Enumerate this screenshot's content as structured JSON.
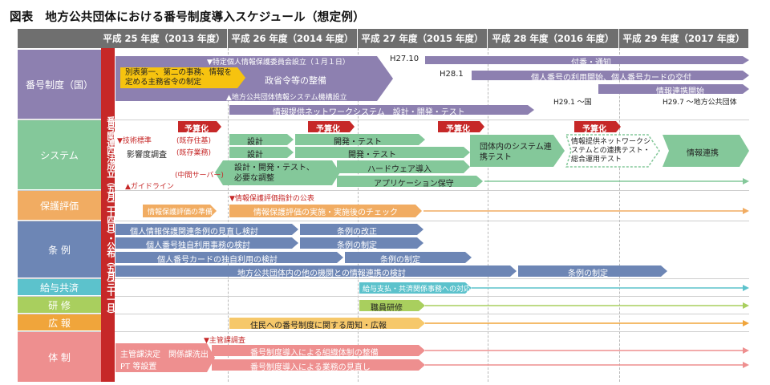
{
  "title": "図表　地方公共団体における番号制度導入スケジュール（想定例）",
  "years": [
    "平成 25 年度（2013 年度）",
    "平成 26 年度（2014 年度）",
    "平成 27 年度（2015 年度）",
    "平成 28 年度（2016 年度）",
    "平成 29 年度（2017 年度）"
  ],
  "categories": [
    "番号制度（国）",
    "システム",
    "保護評価",
    "条 例",
    "給与共済",
    "研 修",
    "広 報",
    "体 制"
  ],
  "law_label": "番号関連四法成立（五月二十四日）・公布（五月三十一日）",
  "budget_label": "予算化",
  "kuni": {
    "tokutei": "▼特定個人情報保護委員会設立（１月１日）",
    "beppyo": "別表第一、第二の事務、情報を定める主務省令の制定",
    "seirei": "政省令等の整備",
    "kiko": "▲地方公共団体情報システム機構設立",
    "system_design": "情報提供ネットワークシステム　設計・開発・テスト",
    "h2710": "H27.10",
    "fuban": "付番・通知",
    "h281": "H28.1",
    "card": "個人番号の利用開始、個人番号カードの交付",
    "renkei_start": "情報連携開始",
    "h291": "H29.1 〜国",
    "h297": "H29.7 〜地方公共団体"
  },
  "system": {
    "gijutsu": "▼技術標準",
    "kizon_jumin": "(既存住基)",
    "kizon_gyomu": "(既存業務)",
    "eikyo": "影響度調査",
    "sekkei1": "設計",
    "sekkei2": "設計",
    "kaihatsu1": "開発・テスト",
    "kaihatsu2": "開発・テスト",
    "chukan": "(中間サーバー)",
    "guideline": "▲ガイドライン",
    "sekkei_kaihatsu": "設計・開発・テスト、必要な調整",
    "hardware": "ハードウェア導入",
    "app": "アプリケーション保守",
    "dantai_test": "団体内のシステム連携テスト",
    "renkei_test": "情報提供ネットワークシステムとの連携テスト・総合運用テスト",
    "joho_renkei": "情報連携"
  },
  "hogo": {
    "shishin": "▼情報保護評価指針の公表",
    "junbi": "情報保護評価の準備",
    "jisshi": "情報保護評価の実施・実施後のチェック"
  },
  "jorei": {
    "r1a": "個人情報保護関連条例の見直し検討",
    "r1b": "条例の改正",
    "r2a": "個人番号独自利用事務の検討",
    "r2b": "条例の制定",
    "r3a": "個人番号カードの独自利用の検討",
    "r3b": "条例の制定",
    "r4a": "地方公共団体内の他の機関との情報連携の検討",
    "r4b": "条例の制定"
  },
  "kyuyo": {
    "t": "給与支払・共済関係事務への対応"
  },
  "kenshu": {
    "t": "職員研修"
  },
  "koho": {
    "t": "住民への番号制度に関する周知・広報"
  },
  "taisei": {
    "shukan": "▼主管課調査",
    "kettei": "主管課決定　関係課洗出",
    "pt": "PT 等設置",
    "r1": "番号制度導入による組織体制の整備",
    "r2": "番号制度導入による業務の見直し"
  },
  "colors": {
    "purple": "#8d80b0",
    "green": "#84c89a",
    "orange": "#f1ac62",
    "blue": "#6d86b5",
    "teal": "#5cc2cc",
    "lime": "#a9cf5e",
    "amber": "#f0a53b",
    "pink": "#ee8f8f",
    "red": "#c62828",
    "yellow": "#f6c30f"
  }
}
